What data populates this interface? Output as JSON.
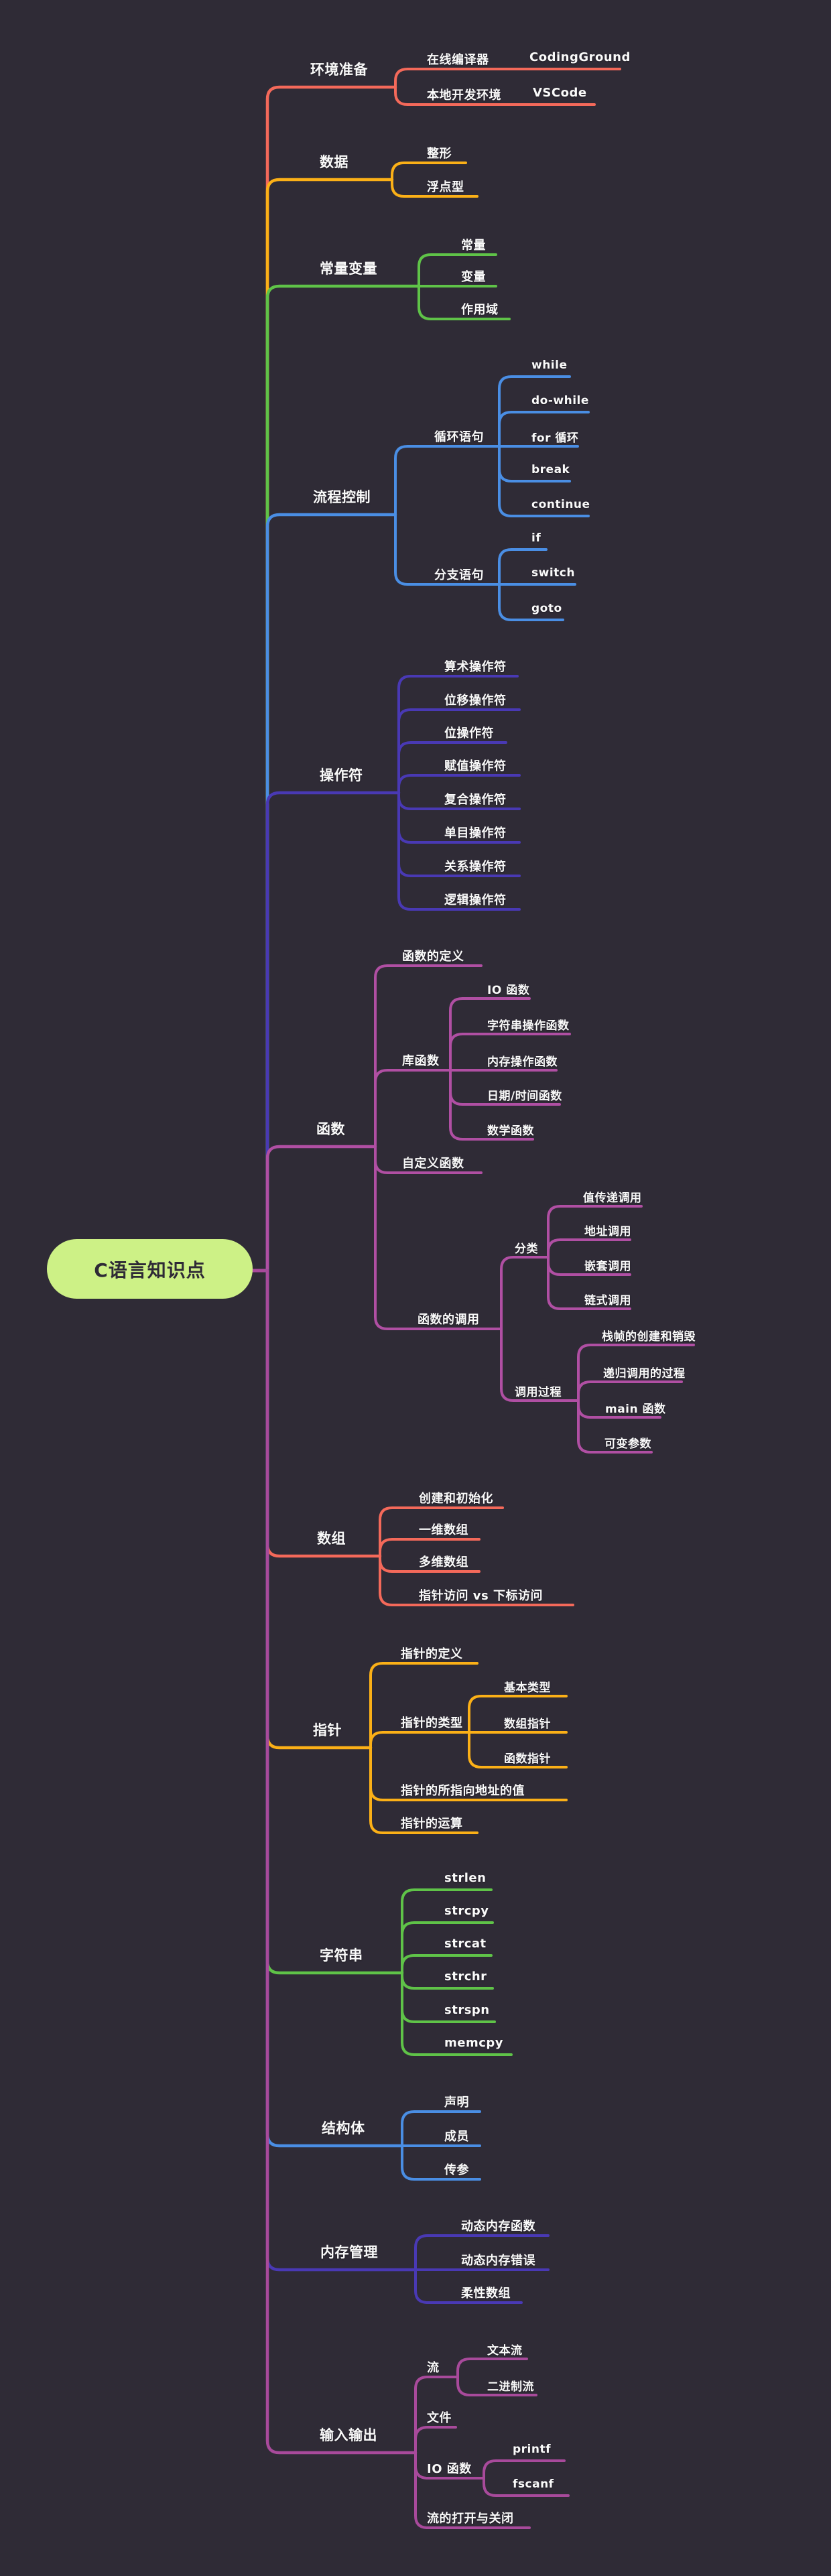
{
  "canvas_bg": "#2f2b36",
  "tree": {
    "root": {
      "label": "C语言知识点",
      "bg": "#cdf186",
      "text": "#2e2a36",
      "stub_color": "#a84a9b"
    },
    "branches": [
      {
        "label": "环境准备",
        "color": "#f4695a",
        "children": [
          {
            "label": "在线编译器",
            "children": [
              {
                "label": "CodingGround"
              }
            ]
          },
          {
            "label": "本地开发环境",
            "children": [
              {
                "label": "VSCode"
              }
            ]
          }
        ]
      },
      {
        "label": "数据",
        "color": "#fbb017",
        "children": [
          {
            "label": "整形"
          },
          {
            "label": "浮点型"
          }
        ]
      },
      {
        "label": "常量变量",
        "color": "#5fc348",
        "children": [
          {
            "label": "常量"
          },
          {
            "label": "变量"
          },
          {
            "label": "作用域"
          }
        ]
      },
      {
        "label": "流程控制",
        "color": "#4a8ee4",
        "children": [
          {
            "label": "循环语句",
            "children": [
              {
                "label": "while"
              },
              {
                "label": "do-while"
              },
              {
                "label": "for 循环"
              },
              {
                "label": "break"
              },
              {
                "label": "continue"
              }
            ]
          },
          {
            "label": "分支语句",
            "children": [
              {
                "label": "if"
              },
              {
                "label": "switch"
              },
              {
                "label": "goto"
              }
            ]
          }
        ]
      },
      {
        "label": "操作符",
        "color": "#4939b4",
        "children": [
          {
            "label": "算术操作符"
          },
          {
            "label": "位移操作符"
          },
          {
            "label": "位操作符"
          },
          {
            "label": "赋值操作符"
          },
          {
            "label": "复合操作符"
          },
          {
            "label": "单目操作符"
          },
          {
            "label": "关系操作符"
          },
          {
            "label": "逻辑操作符"
          }
        ]
      },
      {
        "label": "函数",
        "color": "#b04fa3",
        "children": [
          {
            "label": "函数的定义"
          },
          {
            "label": "库函数",
            "children": [
              {
                "label": "IO 函数"
              },
              {
                "label": "字符串操作函数"
              },
              {
                "label": "内存操作函数"
              },
              {
                "label": "日期/时间函数"
              },
              {
                "label": "数学函数"
              }
            ]
          },
          {
            "label": "自定义函数"
          },
          {
            "label": "函数的调用",
            "children": [
              {
                "label": "分类",
                "children": [
                  {
                    "label": "值传递调用"
                  },
                  {
                    "label": "地址调用"
                  },
                  {
                    "label": "嵌套调用"
                  },
                  {
                    "label": "链式调用"
                  }
                ]
              },
              {
                "label": "调用过程",
                "children": [
                  {
                    "label": "栈帧的创建和销毁"
                  },
                  {
                    "label": "递归调用的过程"
                  },
                  {
                    "label": "main 函数"
                  },
                  {
                    "label": "可变参数"
                  }
                ]
              }
            ]
          }
        ]
      },
      {
        "label": "数组",
        "color": "#f4695a",
        "children": [
          {
            "label": "创建和初始化"
          },
          {
            "label": "一维数组"
          },
          {
            "label": "多维数组"
          },
          {
            "label": "指针访问 vs 下标访问"
          }
        ]
      },
      {
        "label": "指针",
        "color": "#fbb017",
        "children": [
          {
            "label": "指针的定义"
          },
          {
            "label": "指针的类型",
            "children": [
              {
                "label": "基本类型"
              },
              {
                "label": "数组指针"
              },
              {
                "label": "函数指针"
              }
            ]
          },
          {
            "label": "指针的所指向地址的值"
          },
          {
            "label": "指针的运算"
          }
        ]
      },
      {
        "label": "字符串",
        "color": "#5fc348",
        "children": [
          {
            "label": "strlen"
          },
          {
            "label": "strcpy"
          },
          {
            "label": "strcat"
          },
          {
            "label": "strchr"
          },
          {
            "label": "strspn"
          },
          {
            "label": "memcpy"
          }
        ]
      },
      {
        "label": "结构体",
        "color": "#4a8ee4",
        "children": [
          {
            "label": "声明"
          },
          {
            "label": "成员"
          },
          {
            "label": "传参"
          }
        ]
      },
      {
        "label": "内存管理",
        "color": "#4939b4",
        "children": [
          {
            "label": "动态内存函数"
          },
          {
            "label": "动态内存错误"
          },
          {
            "label": "柔性数组"
          }
        ]
      },
      {
        "label": "输入输出",
        "color": "#a84a9b",
        "children": [
          {
            "label": "流",
            "children": [
              {
                "label": "文本流"
              },
              {
                "label": "二进制流"
              }
            ]
          },
          {
            "label": "文件"
          },
          {
            "label": "IO 函数",
            "children": [
              {
                "label": "printf"
              },
              {
                "label": "fscanf"
              }
            ]
          },
          {
            "label": "流的打开与关闭"
          }
        ]
      }
    ]
  }
}
